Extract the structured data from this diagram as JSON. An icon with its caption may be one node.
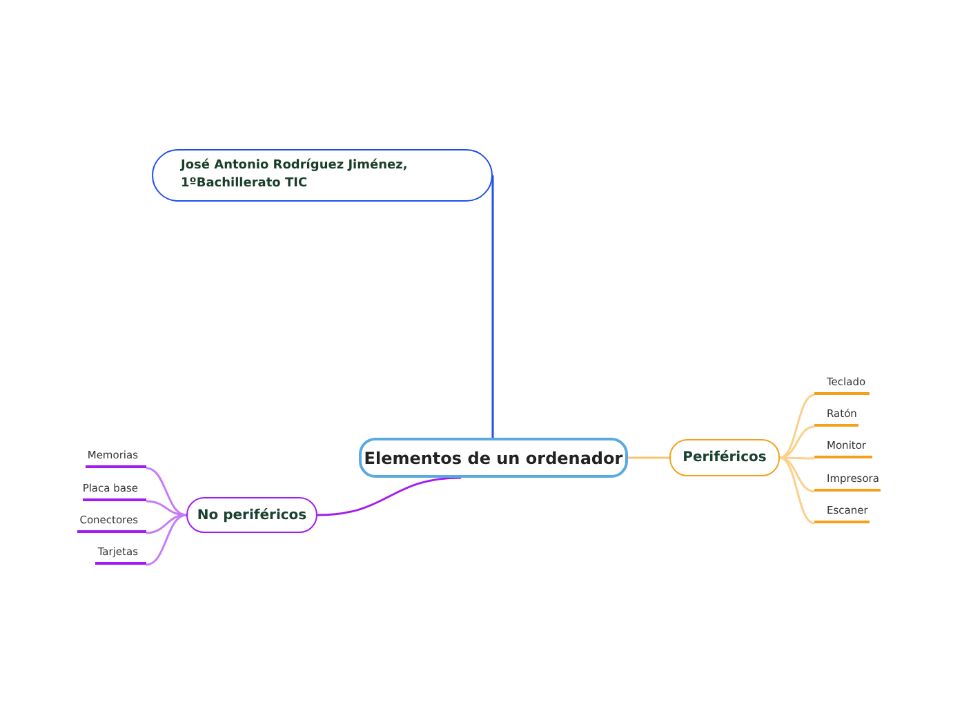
{
  "diagram": {
    "nodes": [
      {
        "text": [
          "Elementos de un ordenador"
        ]
      },
      {
        "text": [
          "José Antonio Rodríguez Jiménez, 1ºBachillerato TIC"
        ]
      },
      {
        "text": [
          "Periféricos"
        ]
      },
      {
        "text": [
          "Teclado"
        ]
      },
      {
        "text": [
          "Ratón"
        ]
      },
      {
        "text": [
          "Monitor"
        ]
      },
      {
        "text": [
          "Impresora"
        ]
      },
      {
        "text": [
          "Escaner"
        ]
      },
      {
        "text": [
          "No periféricos"
        ]
      },
      {
        "text": [
          "Memorias"
        ]
      },
      {
        "text": [
          "Placa base"
        ]
      },
      {
        "text": [
          "Conectores"
        ]
      },
      {
        "text": [
          "Tarjetas"
        ]
      }
    ],
    "edges": [
      {
        "from": 0,
        "to": 1,
        "arrow": "none",
        "color": "#1f4ff0"
      },
      {
        "from": 0,
        "to": 2,
        "arrow": "none",
        "color": "#f8c46e"
      },
      {
        "from": 0,
        "to": 8,
        "arrow": "none",
        "color": "#a21cf2"
      },
      {
        "from": 2,
        "to": 3,
        "arrow": "none",
        "color": "#fbd08a"
      },
      {
        "from": 2,
        "to": 4,
        "arrow": "none",
        "color": "#fbd08a"
      },
      {
        "from": 2,
        "to": 5,
        "arrow": "none",
        "color": "#fbd08a"
      },
      {
        "from": 2,
        "to": 6,
        "arrow": "none",
        "color": "#fbd08a"
      },
      {
        "from": 2,
        "to": 7,
        "arrow": "none",
        "color": "#fbd08a"
      },
      {
        "from": 8,
        "to": 9,
        "arrow": "none",
        "color": "#c77af5"
      },
      {
        "from": 8,
        "to": 10,
        "arrow": "none",
        "color": "#c77af5"
      },
      {
        "from": 8,
        "to": 11,
        "arrow": "none",
        "color": "#c77af5"
      },
      {
        "from": 8,
        "to": 12,
        "arrow": "none",
        "color": "#c77af5"
      }
    ]
  }
}
